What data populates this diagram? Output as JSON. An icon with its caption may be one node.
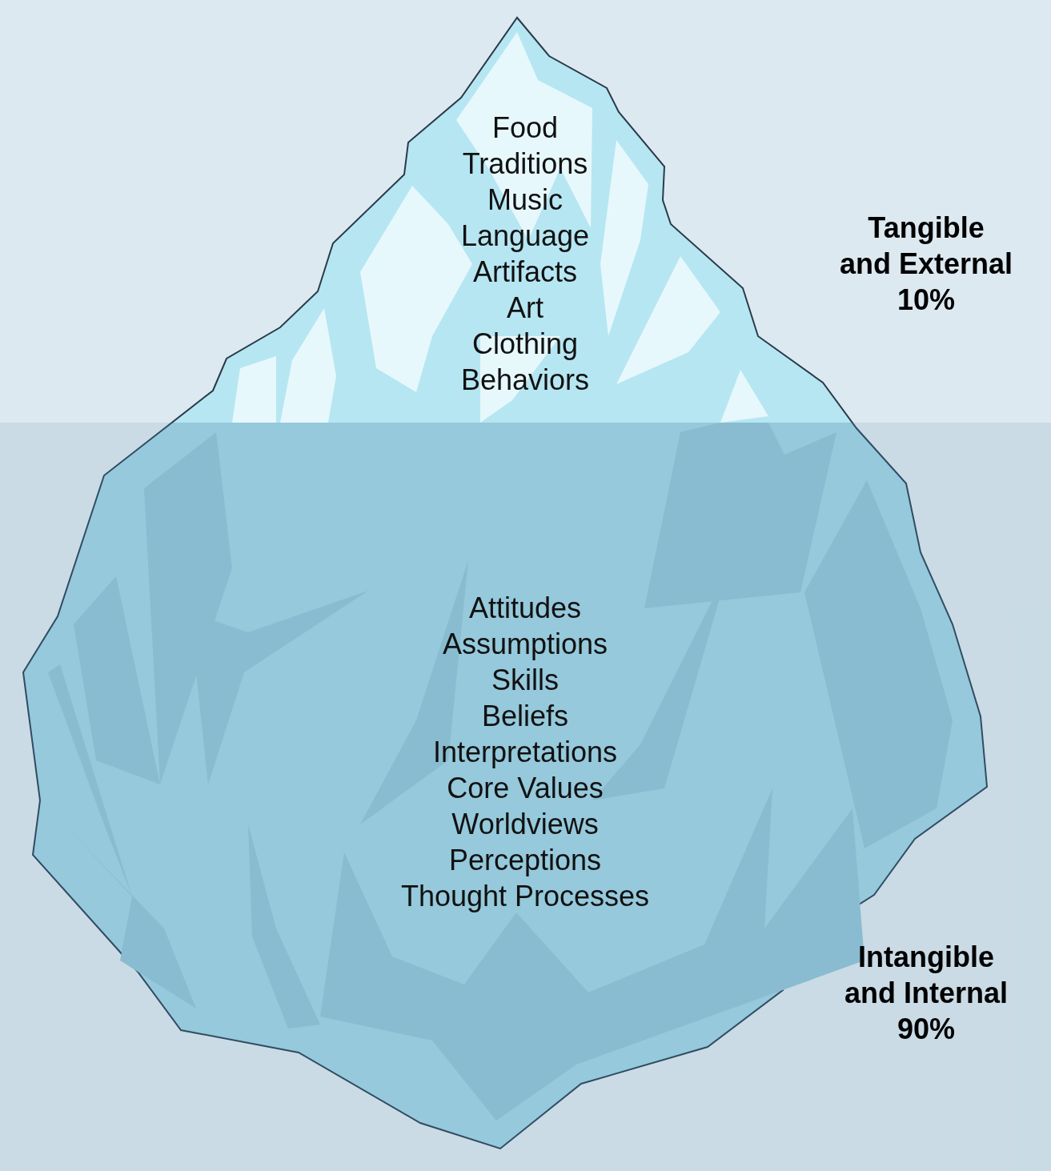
{
  "diagram": {
    "labels": [
      "Food",
      "Traditions",
      "Music",
      "Language",
      "Artifacts",
      "Art",
      "Clothing",
      "Behaviors",
      "Tangible and External 10%",
      "Attitudes",
      "Assumptions",
      "Skills",
      "Beliefs",
      "Interpretations",
      "Core Values",
      "Worldviews",
      "Perceptions",
      "Thought Processes",
      "Intangible and Internal 90%"
    ]
  }
}
